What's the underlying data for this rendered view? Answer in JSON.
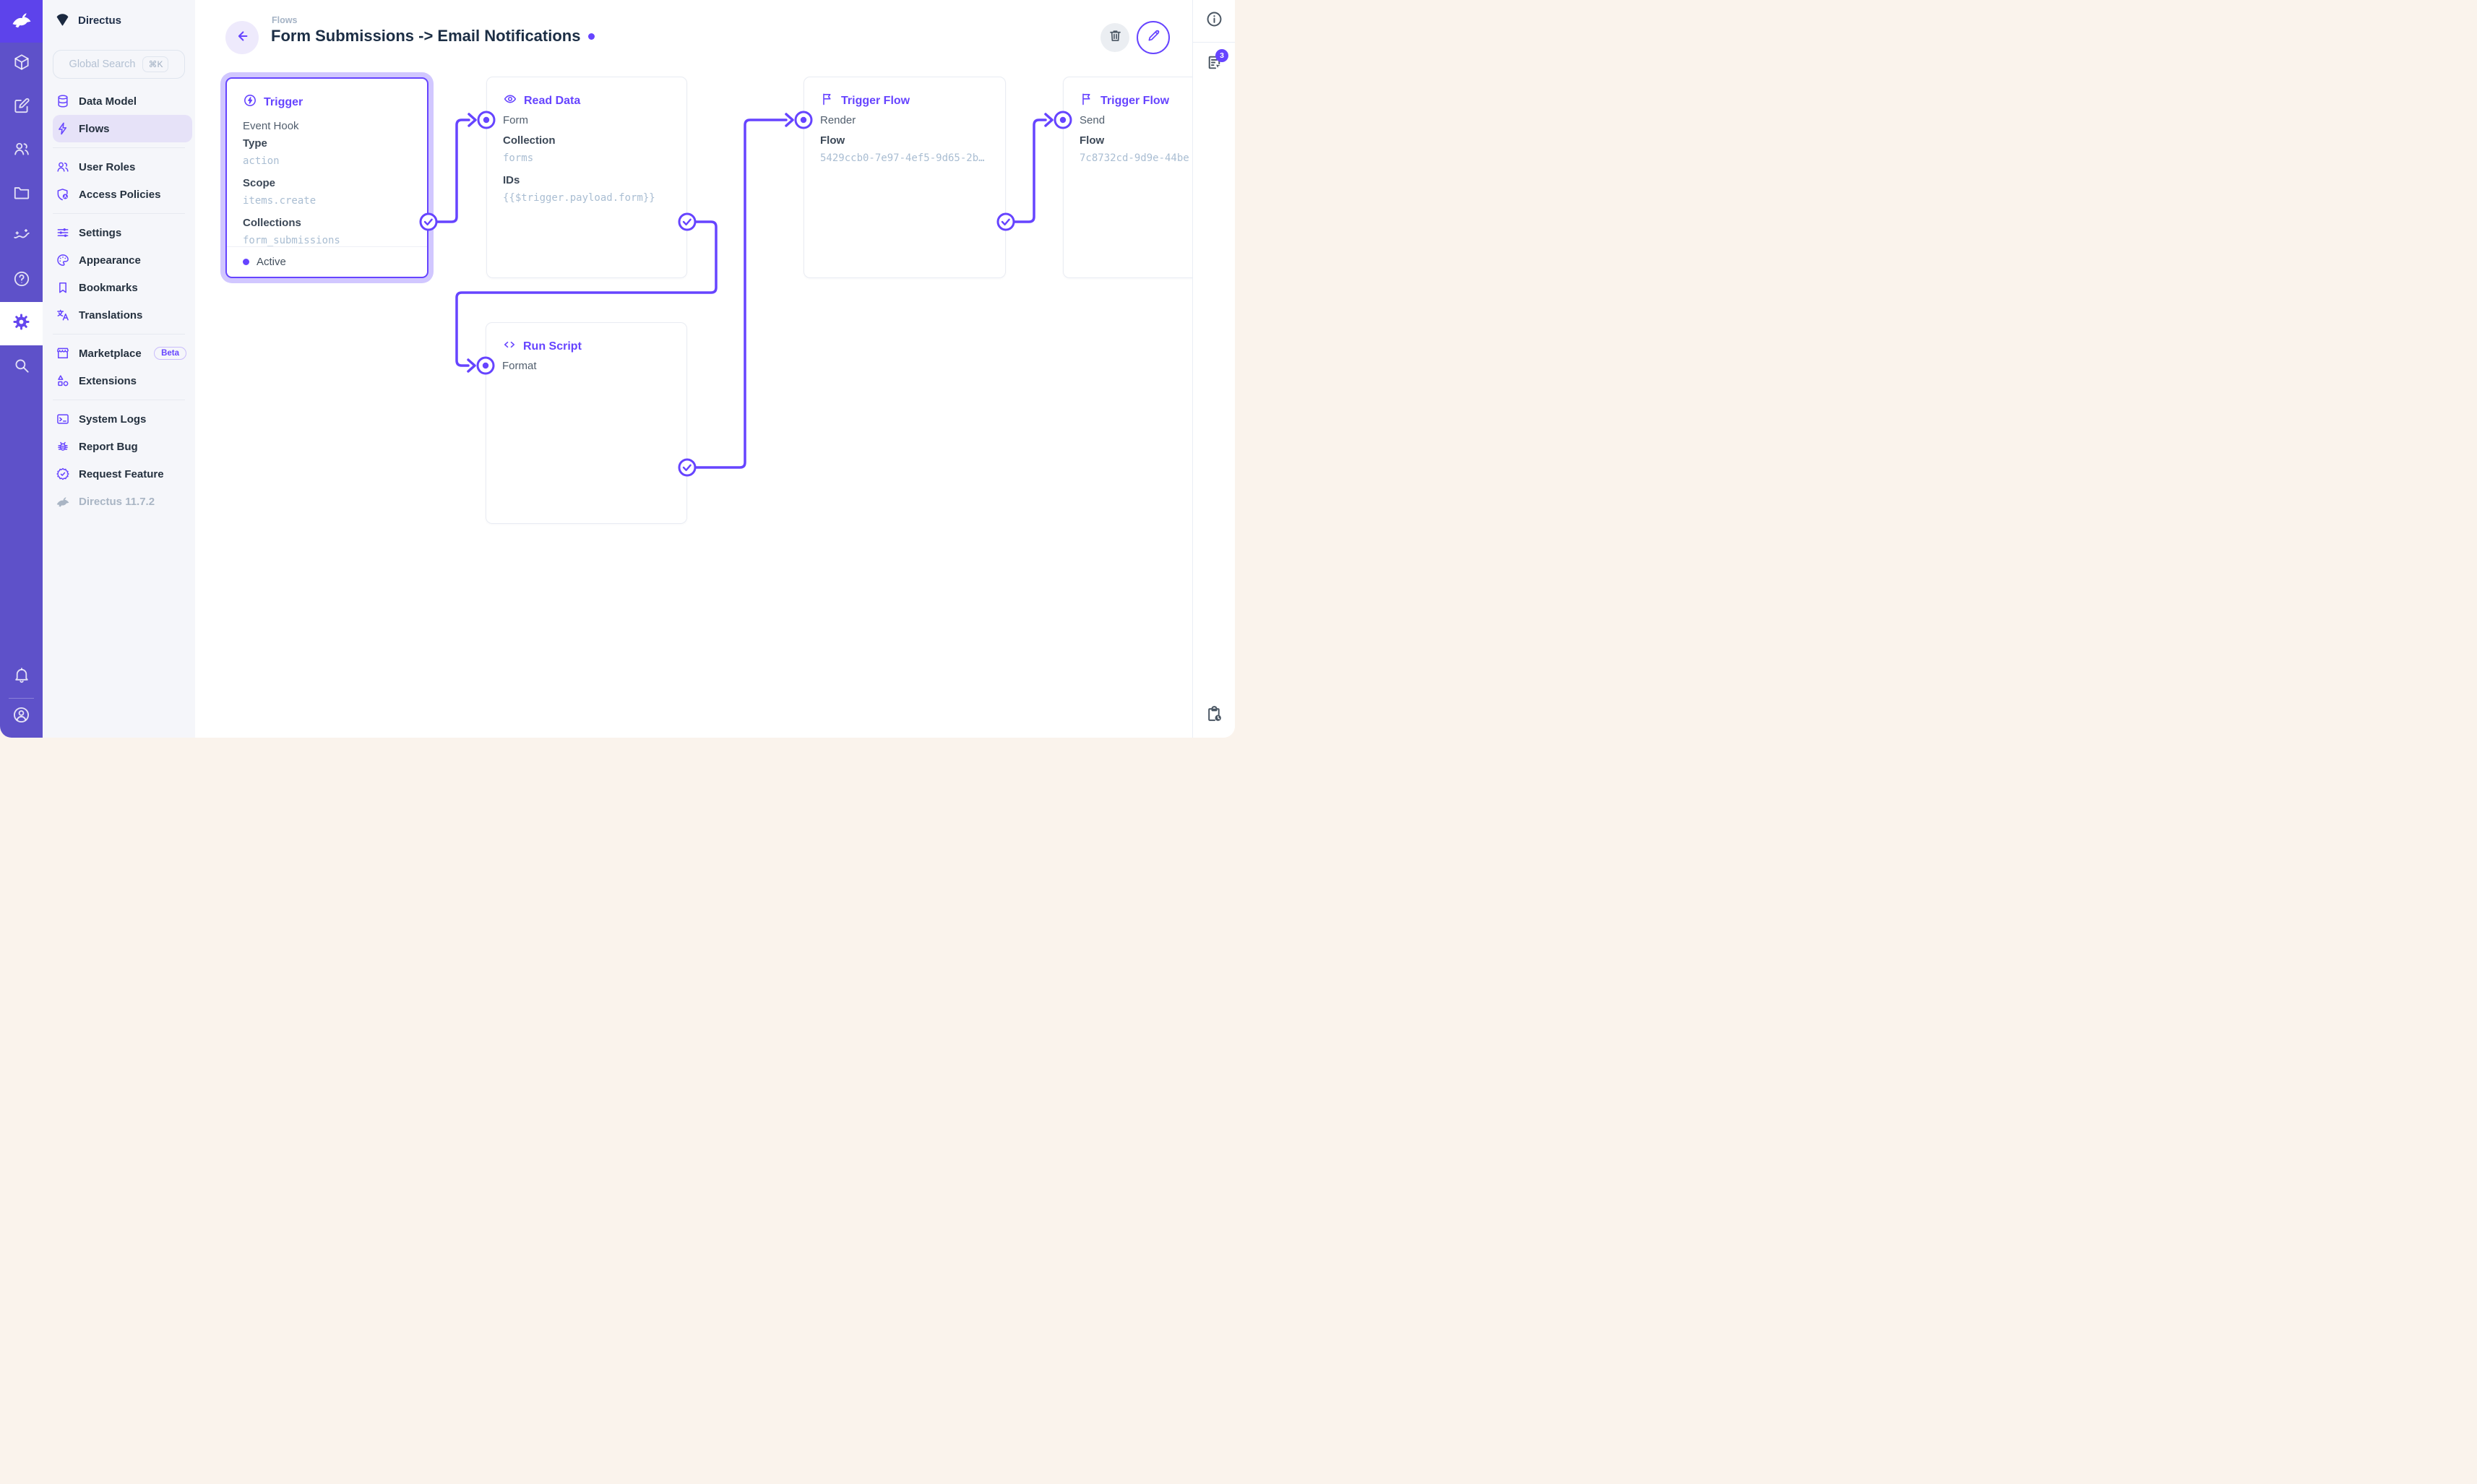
{
  "colors": {
    "brand": "#6644ff",
    "module_bar": "#5E51C9",
    "logo_bg": "#5D43EB",
    "nav_bg": "#f5f6fa",
    "active_item_bg": "#e6e2f8",
    "canvas_bg": "#ffffff",
    "mono_text": "#a9bdd2",
    "title_text": "#1c2e45",
    "page_edge": "#faf3ec"
  },
  "sidebar": {
    "project_name": "Directus",
    "search_placeholder": "Global Search",
    "search_shortcut": "⌘K",
    "groups": [
      {
        "items": [
          {
            "label": "Data Model"
          },
          {
            "label": "Flows",
            "active": true
          }
        ]
      },
      {
        "items": [
          {
            "label": "User Roles"
          },
          {
            "label": "Access Policies"
          }
        ]
      },
      {
        "items": [
          {
            "label": "Settings"
          },
          {
            "label": "Appearance"
          },
          {
            "label": "Bookmarks"
          },
          {
            "label": "Translations"
          }
        ]
      },
      {
        "items": [
          {
            "label": "Marketplace",
            "badge": "Beta"
          },
          {
            "label": "Extensions"
          }
        ]
      },
      {
        "items": [
          {
            "label": "System Logs"
          },
          {
            "label": "Report Bug"
          },
          {
            "label": "Request Feature"
          }
        ]
      }
    ],
    "version": "Directus 11.7.2"
  },
  "header": {
    "breadcrumb": "Flows",
    "title": "Form Submissions -> Email Notifications"
  },
  "panels": {
    "trigger": {
      "title": "Trigger",
      "subtitle": "Event Hook",
      "fields": [
        {
          "label": "Type",
          "value": "action"
        },
        {
          "label": "Scope",
          "value": "items.create"
        },
        {
          "label": "Collections",
          "value": "form_submissions"
        }
      ],
      "status": "Active"
    },
    "read_data": {
      "title": "Read Data",
      "input_label": "Form",
      "fields": [
        {
          "label": "Collection",
          "value": "forms"
        },
        {
          "label": "IDs",
          "value": "{{$trigger.payload.form}}"
        }
      ]
    },
    "run_script": {
      "title": "Run Script",
      "input_label": "Format"
    },
    "trigger_flow_render": {
      "title": "Trigger Flow",
      "input_label": "Render",
      "fields": [
        {
          "label": "Flow",
          "value": "5429ccb0-7e97-4ef5-9d65-2b…"
        }
      ]
    },
    "trigger_flow_send": {
      "title": "Trigger Flow",
      "input_label": "Send",
      "fields": [
        {
          "label": "Flow",
          "value": "7c8732cd-9d9e-44be"
        }
      ]
    }
  },
  "right_panel": {
    "notifications_count": "3"
  }
}
